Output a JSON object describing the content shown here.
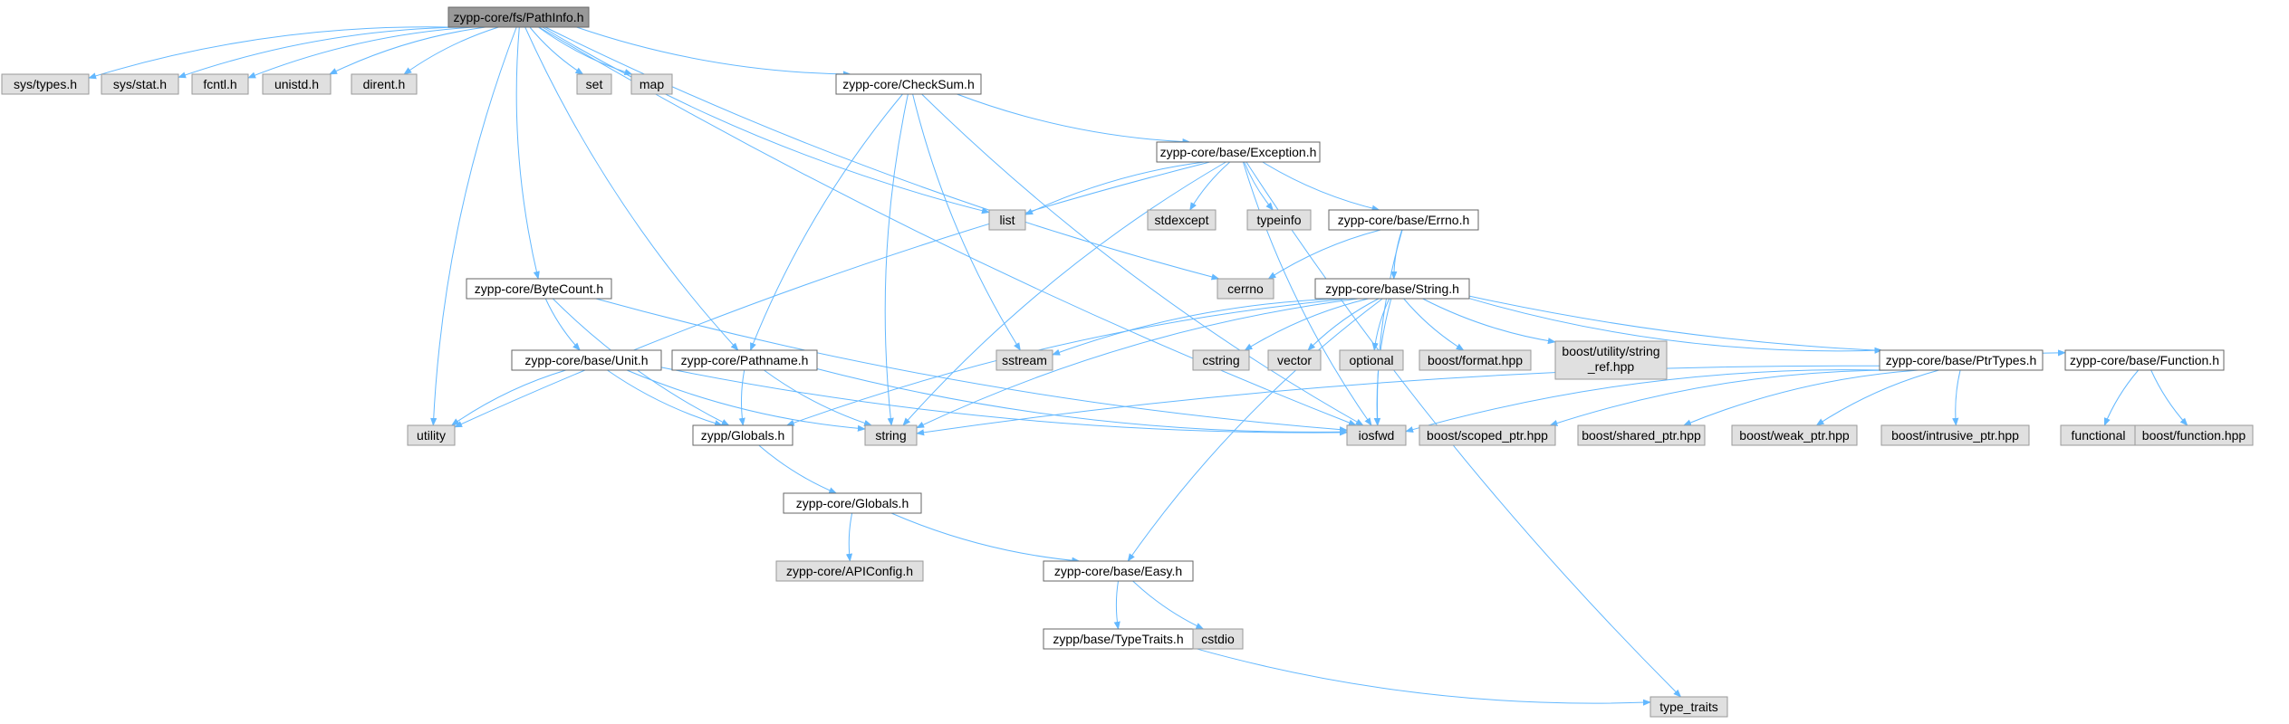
{
  "colors": {
    "edge": "#63b8ff",
    "root_fill": "#999999",
    "root_stroke": "#666666",
    "doc_fill": "#ffffff",
    "doc_stroke": "#666666",
    "ext_fill": "#e0e0e0",
    "ext_stroke": "#999999"
  },
  "nodes": [
    {
      "id": "root",
      "label": "zypp-core/fs/PathInfo.h",
      "kind": "root"
    },
    {
      "id": "systypes",
      "label": "sys/types.h",
      "kind": "ext"
    },
    {
      "id": "sysstat",
      "label": "sys/stat.h",
      "kind": "ext"
    },
    {
      "id": "fcntl",
      "label": "fcntl.h",
      "kind": "ext"
    },
    {
      "id": "unistd",
      "label": "unistd.h",
      "kind": "ext"
    },
    {
      "id": "dirent",
      "label": "dirent.h",
      "kind": "ext"
    },
    {
      "id": "set",
      "label": "set",
      "kind": "ext"
    },
    {
      "id": "map",
      "label": "map",
      "kind": "ext"
    },
    {
      "id": "checksum",
      "label": "zypp-core/CheckSum.h",
      "kind": "doc"
    },
    {
      "id": "exception",
      "label": "zypp-core/base/Exception.h",
      "kind": "doc"
    },
    {
      "id": "list",
      "label": "list",
      "kind": "ext"
    },
    {
      "id": "stdexcept",
      "label": "stdexcept",
      "kind": "ext"
    },
    {
      "id": "typeinfo",
      "label": "typeinfo",
      "kind": "ext"
    },
    {
      "id": "errno",
      "label": "zypp-core/base/Errno.h",
      "kind": "doc"
    },
    {
      "id": "cerrno",
      "label": "cerrno",
      "kind": "ext"
    },
    {
      "id": "string_h",
      "label": "zypp-core/base/String.h",
      "kind": "doc"
    },
    {
      "id": "bytecount",
      "label": "zypp-core/ByteCount.h",
      "kind": "doc"
    },
    {
      "id": "unit",
      "label": "zypp-core/base/Unit.h",
      "kind": "doc"
    },
    {
      "id": "pathname",
      "label": "zypp-core/Pathname.h",
      "kind": "doc"
    },
    {
      "id": "sstream",
      "label": "sstream",
      "kind": "ext"
    },
    {
      "id": "cstring",
      "label": "cstring",
      "kind": "ext"
    },
    {
      "id": "vector",
      "label": "vector",
      "kind": "ext"
    },
    {
      "id": "optional",
      "label": "optional",
      "kind": "ext"
    },
    {
      "id": "boostformat",
      "label": "boost/format.hpp",
      "kind": "ext"
    },
    {
      "id": "boostutil",
      "label": "boost/utility/string",
      "label2": "_ref.hpp",
      "kind": "ext"
    },
    {
      "id": "ptrtypes",
      "label": "zypp-core/base/PtrTypes.h",
      "kind": "doc"
    },
    {
      "id": "function",
      "label": "zypp-core/base/Function.h",
      "kind": "doc"
    },
    {
      "id": "utility",
      "label": "utility",
      "kind": "ext"
    },
    {
      "id": "zyppglobals",
      "label": "zypp/Globals.h",
      "kind": "doc"
    },
    {
      "id": "string",
      "label": "string",
      "kind": "ext"
    },
    {
      "id": "iosfwd",
      "label": "iosfwd",
      "kind": "ext"
    },
    {
      "id": "scopedptr",
      "label": "boost/scoped_ptr.hpp",
      "kind": "ext"
    },
    {
      "id": "sharedptr",
      "label": "boost/shared_ptr.hpp",
      "kind": "ext"
    },
    {
      "id": "weakptr",
      "label": "boost/weak_ptr.hpp",
      "kind": "ext"
    },
    {
      "id": "intrusiveptr",
      "label": "boost/intrusive_ptr.hpp",
      "kind": "ext"
    },
    {
      "id": "functional",
      "label": "functional",
      "kind": "ext"
    },
    {
      "id": "boostfunction",
      "label": "boost/function.hpp",
      "kind": "ext"
    },
    {
      "id": "coreglobals",
      "label": "zypp-core/Globals.h",
      "kind": "doc"
    },
    {
      "id": "apiconfig",
      "label": "zypp-core/APIConfig.h",
      "kind": "ext"
    },
    {
      "id": "easy",
      "label": "zypp-core/base/Easy.h",
      "kind": "doc"
    },
    {
      "id": "typetraits_h",
      "label": "zypp/base/TypeTraits.h",
      "kind": "doc"
    },
    {
      "id": "cstdio",
      "label": "cstdio",
      "kind": "ext"
    },
    {
      "id": "type_traits",
      "label": "type_traits",
      "kind": "ext"
    }
  ],
  "edges": [
    [
      "root",
      "systypes"
    ],
    [
      "root",
      "sysstat"
    ],
    [
      "root",
      "fcntl"
    ],
    [
      "root",
      "unistd"
    ],
    [
      "root",
      "dirent"
    ],
    [
      "root",
      "set"
    ],
    [
      "root",
      "map"
    ],
    [
      "root",
      "checksum"
    ],
    [
      "root",
      "list"
    ],
    [
      "root",
      "utility"
    ],
    [
      "root",
      "bytecount"
    ],
    [
      "root",
      "pathname"
    ],
    [
      "root",
      "cerrno"
    ],
    [
      "root",
      "iosfwd"
    ],
    [
      "checksum",
      "exception"
    ],
    [
      "checksum",
      "string"
    ],
    [
      "checksum",
      "sstream"
    ],
    [
      "checksum",
      "iosfwd"
    ],
    [
      "checksum",
      "pathname"
    ],
    [
      "exception",
      "list"
    ],
    [
      "exception",
      "stdexcept"
    ],
    [
      "exception",
      "typeinfo"
    ],
    [
      "exception",
      "errno"
    ],
    [
      "exception",
      "string"
    ],
    [
      "exception",
      "utility"
    ],
    [
      "exception",
      "iosfwd"
    ],
    [
      "exception",
      "type_traits"
    ],
    [
      "errno",
      "cerrno"
    ],
    [
      "errno",
      "string_h"
    ],
    [
      "errno",
      "iosfwd"
    ],
    [
      "string_h",
      "sstream"
    ],
    [
      "string_h",
      "cstring"
    ],
    [
      "string_h",
      "vector"
    ],
    [
      "string_h",
      "optional"
    ],
    [
      "string_h",
      "boostformat"
    ],
    [
      "string_h",
      "boostutil"
    ],
    [
      "string_h",
      "ptrtypes"
    ],
    [
      "string_h",
      "function"
    ],
    [
      "string_h",
      "string"
    ],
    [
      "string_h",
      "iosfwd"
    ],
    [
      "string_h",
      "easy"
    ],
    [
      "string_h",
      "zyppglobals"
    ],
    [
      "bytecount",
      "unit"
    ],
    [
      "bytecount",
      "zyppglobals"
    ],
    [
      "bytecount",
      "iosfwd"
    ],
    [
      "unit",
      "utility"
    ],
    [
      "unit",
      "zyppglobals"
    ],
    [
      "unit",
      "string"
    ],
    [
      "unit",
      "iosfwd"
    ],
    [
      "pathname",
      "zyppglobals"
    ],
    [
      "pathname",
      "string"
    ],
    [
      "pathname",
      "iosfwd"
    ],
    [
      "ptrtypes",
      "iosfwd"
    ],
    [
      "ptrtypes",
      "string"
    ],
    [
      "ptrtypes",
      "scopedptr"
    ],
    [
      "ptrtypes",
      "sharedptr"
    ],
    [
      "ptrtypes",
      "weakptr"
    ],
    [
      "ptrtypes",
      "intrusiveptr"
    ],
    [
      "function",
      "functional"
    ],
    [
      "function",
      "boostfunction"
    ],
    [
      "zyppglobals",
      "coreglobals"
    ],
    [
      "coreglobals",
      "apiconfig"
    ],
    [
      "coreglobals",
      "easy"
    ],
    [
      "easy",
      "typetraits_h"
    ],
    [
      "easy",
      "cstdio"
    ],
    [
      "typetraits_h",
      "type_traits"
    ]
  ]
}
